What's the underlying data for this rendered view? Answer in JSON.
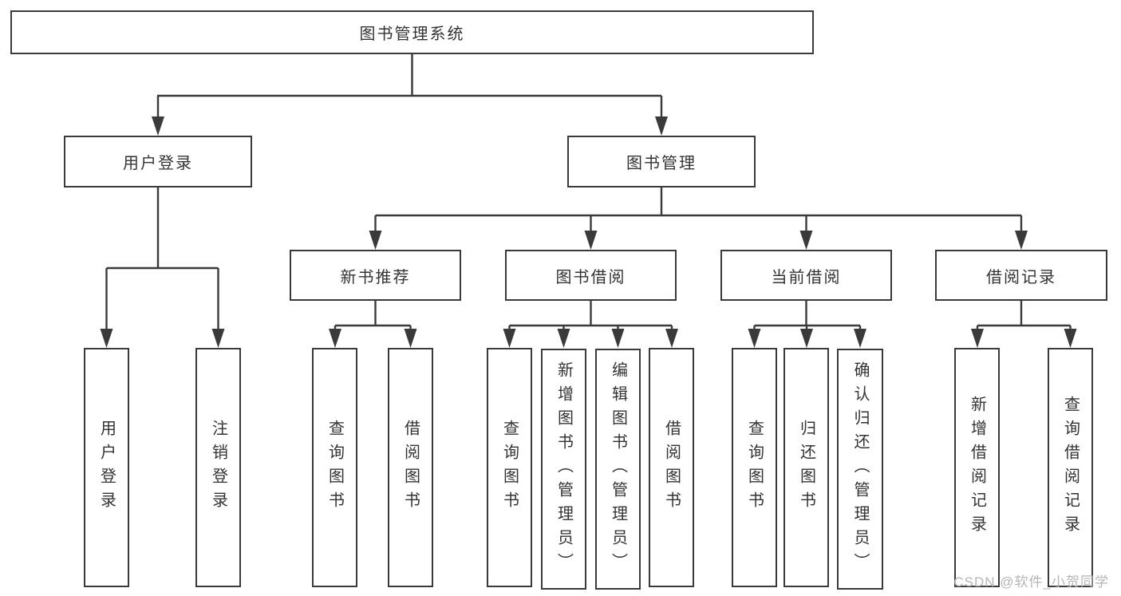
{
  "diagram": {
    "title": "图书管理系统",
    "nodes": {
      "root": {
        "label": "图书管理系统"
      },
      "level2": [
        {
          "label": "用户登录",
          "parent": "图书管理系统"
        },
        {
          "label": "图书管理",
          "parent": "图书管理系统"
        }
      ],
      "level3": [
        {
          "label": "新书推荐",
          "parent": "图书管理"
        },
        {
          "label": "图书借阅",
          "parent": "图书管理"
        },
        {
          "label": "当前借阅",
          "parent": "图书管理"
        },
        {
          "label": "借阅记录",
          "parent": "图书管理"
        }
      ],
      "leaves": [
        {
          "label": "用户登录",
          "parent": "用户登录"
        },
        {
          "label": "注销登录",
          "parent": "用户登录"
        },
        {
          "label": "查询图书",
          "parent": "新书推荐"
        },
        {
          "label": "借阅图书",
          "parent": "新书推荐"
        },
        {
          "label": "查询图书",
          "parent": "图书借阅"
        },
        {
          "label": "新增图书（管理员）",
          "parent": "图书借阅"
        },
        {
          "label": "编辑图书（管理员）",
          "parent": "图书借阅"
        },
        {
          "label": "借阅图书",
          "parent": "图书借阅"
        },
        {
          "label": "查询图书",
          "parent": "当前借阅"
        },
        {
          "label": "归还图书",
          "parent": "当前借阅"
        },
        {
          "label": "确认归还（管理员）",
          "parent": "当前借阅"
        },
        {
          "label": "新增借阅记录",
          "parent": "借阅记录"
        },
        {
          "label": "查询借阅记录",
          "parent": "借阅记录"
        }
      ]
    }
  },
  "watermark": "CSDN @软件_小贺同学",
  "colors": {
    "line": "#3a3a3a",
    "text": "#333333",
    "box_fill": "#ffffff",
    "background": "#ffffff",
    "watermark": "#b5b5b5"
  }
}
